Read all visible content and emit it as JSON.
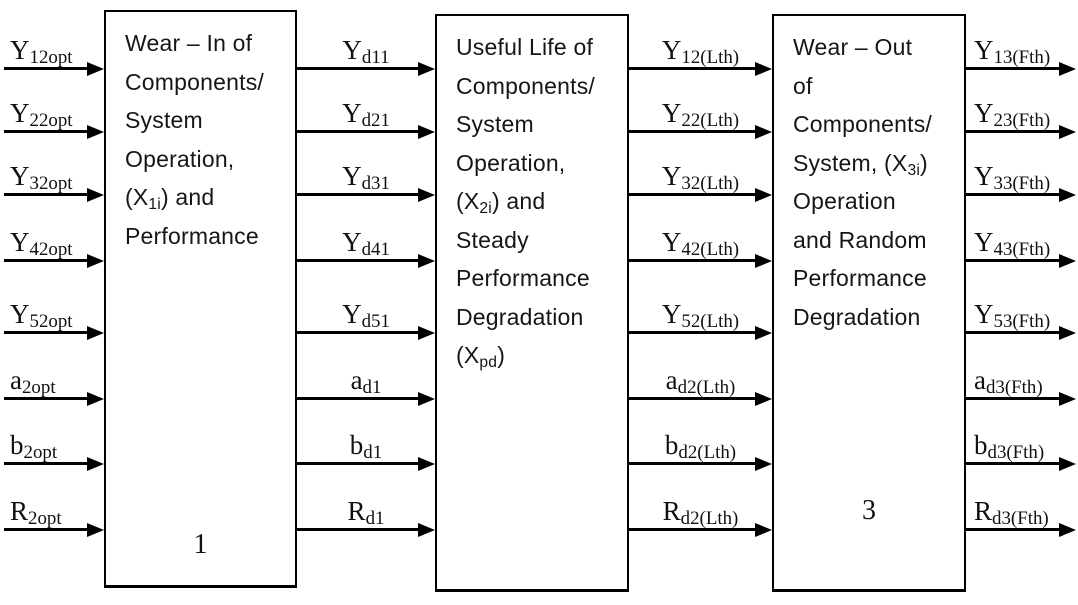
{
  "colors": {
    "ink": "#000000",
    "background": "#ffffff"
  },
  "diagram": {
    "boxes": [
      {
        "name": "wear-in-stage",
        "number": "1",
        "lines": [
          [
            {
              "t": "Wear – In of"
            }
          ],
          [
            {
              "t": "Components/"
            }
          ],
          [
            {
              "t": "System"
            }
          ],
          [
            {
              "t": "Operation,"
            }
          ],
          [
            {
              "t": "(X"
            },
            {
              "s": "1i"
            },
            {
              "t": ") and"
            }
          ],
          [
            {
              "t": "Performance"
            }
          ]
        ]
      },
      {
        "name": "useful-life-stage",
        "number": "",
        "lines": [
          [
            {
              "t": "Useful Life of"
            }
          ],
          [
            {
              "t": "Components/"
            }
          ],
          [
            {
              "t": "System"
            }
          ],
          [
            {
              "t": "Operation,"
            }
          ],
          [
            {
              "t": "(X"
            },
            {
              "s": "2i"
            },
            {
              "t": ") and"
            }
          ],
          [
            {
              "t": "Steady"
            }
          ],
          [
            {
              "t": "Performance"
            }
          ],
          [
            {
              "t": "Degradation"
            }
          ],
          [
            {
              "t": "(X"
            },
            {
              "s": "pd"
            },
            {
              "t": ")"
            }
          ]
        ]
      },
      {
        "name": "wear-out-stage",
        "number": "3",
        "lines": [
          [
            {
              "t": "Wear – Out"
            }
          ],
          [
            {
              "t": "of"
            }
          ],
          [
            {
              "t": "Components/"
            }
          ],
          [
            {
              "t": "System, (X"
            },
            {
              "s": "3i"
            },
            {
              "t": ")"
            }
          ],
          [
            {
              "t": "Operation"
            }
          ],
          [
            {
              "t": "and Random"
            }
          ],
          [
            {
              "t": "Performance"
            }
          ],
          [
            {
              "t": "Degradation"
            }
          ]
        ]
      }
    ],
    "arrow_columns": [
      {
        "name": "stage1-inputs",
        "labels": [
          {
            "b": "Y",
            "s": "12opt"
          },
          {
            "b": "Y",
            "s": "22opt"
          },
          {
            "b": "Y",
            "s": "32opt"
          },
          {
            "b": "Y",
            "s": "42opt"
          },
          {
            "b": "Y",
            "s": "52opt"
          },
          {
            "b": "a",
            "s": "2opt"
          },
          {
            "b": "b",
            "s": "2opt"
          },
          {
            "b": "R",
            "s": "2opt"
          }
        ]
      },
      {
        "name": "stage1-to-stage2",
        "labels": [
          {
            "b": "Y",
            "s": "d11"
          },
          {
            "b": "Y",
            "s": "d21"
          },
          {
            "b": "Y",
            "s": "d31"
          },
          {
            "b": "Y",
            "s": "d41"
          },
          {
            "b": "Y",
            "s": "d51"
          },
          {
            "b": "a",
            "s": "d1"
          },
          {
            "b": "b",
            "s": "d1"
          },
          {
            "b": "R",
            "s": "d1"
          }
        ]
      },
      {
        "name": "stage2-to-stage3",
        "labels": [
          {
            "b": "Y",
            "s": "12(Lth)"
          },
          {
            "b": "Y",
            "s": "22(Lth)"
          },
          {
            "b": "Y",
            "s": "32(Lth)"
          },
          {
            "b": "Y",
            "s": "42(Lth)"
          },
          {
            "b": "Y",
            "s": "52(Lth)"
          },
          {
            "b": "a",
            "s": "d2(Lth)"
          },
          {
            "b": "b",
            "s": "d2(Lth)"
          },
          {
            "b": "R",
            "s": "d2(Lth)"
          }
        ]
      },
      {
        "name": "stage3-outputs",
        "labels": [
          {
            "b": "Y",
            "s": "13(Fth)"
          },
          {
            "b": "Y",
            "s": "23(Fth)"
          },
          {
            "b": "Y",
            "s": "33(Fth)"
          },
          {
            "b": "Y",
            "s": "43(Fth)"
          },
          {
            "b": "Y",
            "s": "53(Fth)"
          },
          {
            "b": "a",
            "s": "d3(Fth)"
          },
          {
            "b": "b",
            "s": "d3(Fth)"
          },
          {
            "b": "R",
            "s": "d3(Fth)"
          }
        ]
      }
    ]
  }
}
